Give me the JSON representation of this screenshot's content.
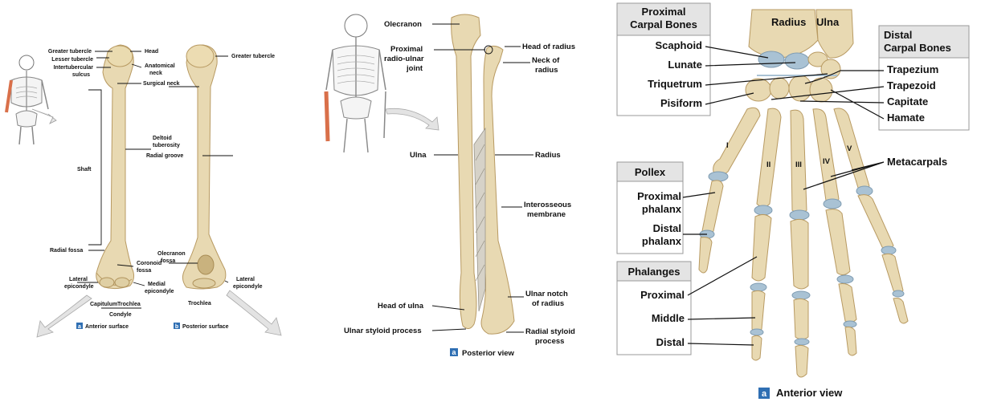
{
  "humerus": {
    "labels": {
      "greater_tubercle_left": "Greater tubercle",
      "lesser_tubercle": "Lesser tubercle",
      "intertubercular_1": "Intertubercular",
      "intertubercular_2": "sulcus",
      "head": "Head",
      "anatomical_neck_1": "Anatomical",
      "anatomical_neck_2": "neck",
      "surgical_neck": "Surgical neck",
      "greater_tubercle_right": "Greater tubercle",
      "deltoid_1": "Deltoid",
      "deltoid_2": "tuberosity",
      "radial_groove": "Radial groove",
      "shaft": "Shaft",
      "radial_fossa": "Radial fossa",
      "coronoid_1": "Coronoid",
      "coronoid_2": "fossa",
      "olecranon_fossa_1": "Olecranon",
      "olecranon_fossa_2": "fossa",
      "lateral_epicondyle_left_1": "Lateral",
      "lateral_epicondyle_left_2": "epicondyle",
      "medial_epicondyle_1": "Medial",
      "medial_epicondyle_2": "epicondyle",
      "lateral_epicondyle_right_1": "Lateral",
      "lateral_epicondyle_right_2": "epicondyle",
      "capitulum": "Capitulum",
      "trochlea_anterior": "Trochlea",
      "trochlea_posterior": "Trochlea",
      "condyle": "Condyle"
    },
    "captions": {
      "anterior_badge": "a",
      "anterior": "Anterior surface",
      "posterior_badge": "b",
      "posterior": "Posterior surface"
    }
  },
  "forearm": {
    "labels": {
      "olecranon": "Olecranon",
      "proximal_joint_1": "Proximal",
      "proximal_joint_2": "radio-ulnar",
      "proximal_joint_3": "joint",
      "head_of_radius": "Head of radius",
      "neck_of_radius_1": "Neck of",
      "neck_of_radius_2": "radius",
      "ulna": "Ulna",
      "radius": "Radius",
      "interosseous_1": "Interosseous",
      "interosseous_2": "membrane",
      "head_of_ulna": "Head of ulna",
      "ulnar_notch_1": "Ulnar notch",
      "ulnar_notch_2": "of radius",
      "ulnar_styloid": "Ulnar styloid process",
      "radial_styloid_1": "Radial styloid",
      "radial_styloid_2": "process"
    },
    "caption_badge": "a",
    "caption": "Posterior view"
  },
  "hand": {
    "top_labels": {
      "radius": "Radius",
      "ulna": "Ulna"
    },
    "proximal_carpal": {
      "title_1": "Proximal",
      "title_2": "Carpal Bones",
      "items": [
        "Scaphoid",
        "Lunate",
        "Triquetrum",
        "Pisiform"
      ]
    },
    "distal_carpal": {
      "title_1": "Distal",
      "title_2": "Carpal Bones",
      "items": [
        "Trapezium",
        "Trapezoid",
        "Capitate",
        "Hamate"
      ]
    },
    "metacarpals": {
      "label": "Metacarpals",
      "numerals": [
        "I",
        "II",
        "III",
        "IV",
        "V"
      ]
    },
    "pollex": {
      "title": "Pollex",
      "proximal_1": "Proximal",
      "proximal_2": "phalanx",
      "distal_1": "Distal",
      "distal_2": "phalanx"
    },
    "phalanges": {
      "title": "Phalanges",
      "items": [
        "Proximal",
        "Middle",
        "Distal"
      ]
    },
    "caption_badge": "a",
    "caption": "Anterior view"
  },
  "colors": {
    "bone": "#e8d9b2",
    "cartilage": "#a9c2d4",
    "highlight": "#d9704a",
    "badge": "#2f6fb3"
  }
}
